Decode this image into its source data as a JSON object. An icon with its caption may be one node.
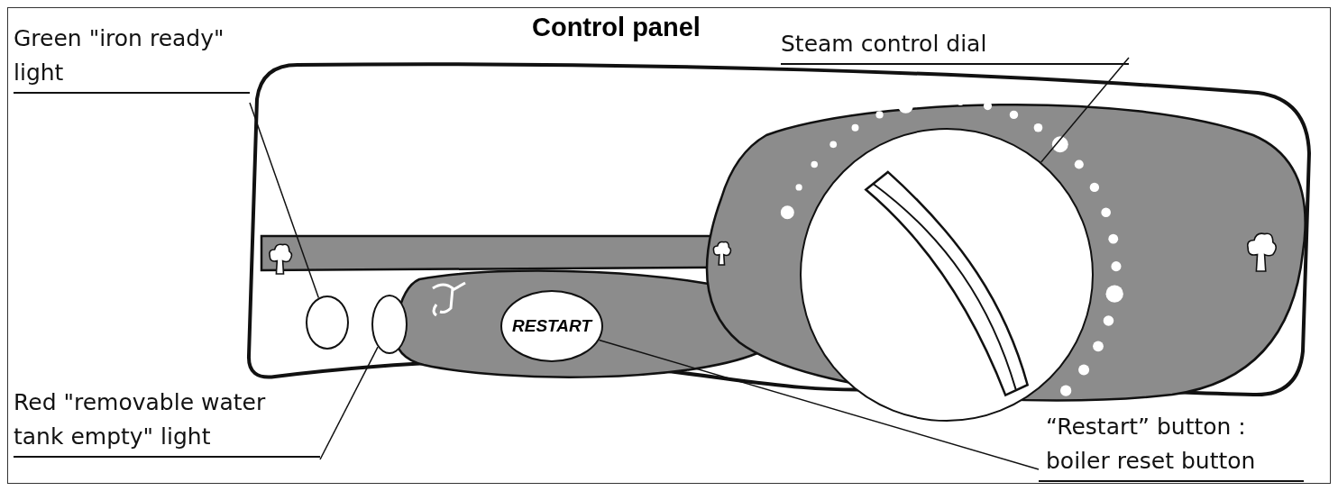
{
  "diagram": {
    "title": "Control panel",
    "nodes": [
      {
        "text": [
          "Green \"iron ready\" light"
        ]
      },
      {
        "text": [],
        "shape": "circle"
      },
      {
        "text": [
          "Red \"removable water tank empty\" light"
        ]
      },
      {
        "text": [],
        "shape": "circle"
      },
      {
        "text": [
          "Steam control dial"
        ]
      },
      {
        "text": [],
        "shape": "circle"
      },
      {
        "text": [
          "“Restart” button : boiler reset button"
        ]
      },
      {
        "text": [
          "RESTART"
        ]
      }
    ],
    "edges": [
      {
        "from": 0,
        "to": 1,
        "arrow": "none"
      },
      {
        "from": 2,
        "to": 3,
        "arrow": "none"
      },
      {
        "from": 4,
        "to": 5,
        "arrow": "none"
      },
      {
        "from": 6,
        "to": 7,
        "arrow": "none"
      }
    ]
  }
}
